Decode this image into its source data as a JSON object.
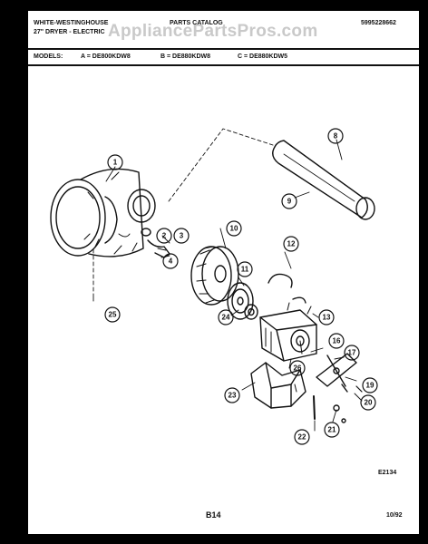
{
  "header": {
    "brand_line1": "WHITE-WESTINGHOUSE",
    "brand_line2": "27\" DRYER - ELECTRIC",
    "catalog": "PARTS CATALOG",
    "catalog_number": "5995228662",
    "watermark": "AppliancePartsPros.com"
  },
  "models": {
    "label": "MODELS:",
    "a": "A = DE800KDW8",
    "b": "B = DE880KDW8",
    "c": "C = DE880KDW5"
  },
  "callouts": [
    "1",
    "2",
    "3",
    "4",
    "8",
    "9",
    "10",
    "11",
    "12",
    "13",
    "16",
    "17",
    "19",
    "20",
    "21",
    "22",
    "23",
    "24",
    "25",
    "26"
  ],
  "footer": {
    "drawing_code": "E2134",
    "page": "B14",
    "date": "10/92"
  }
}
